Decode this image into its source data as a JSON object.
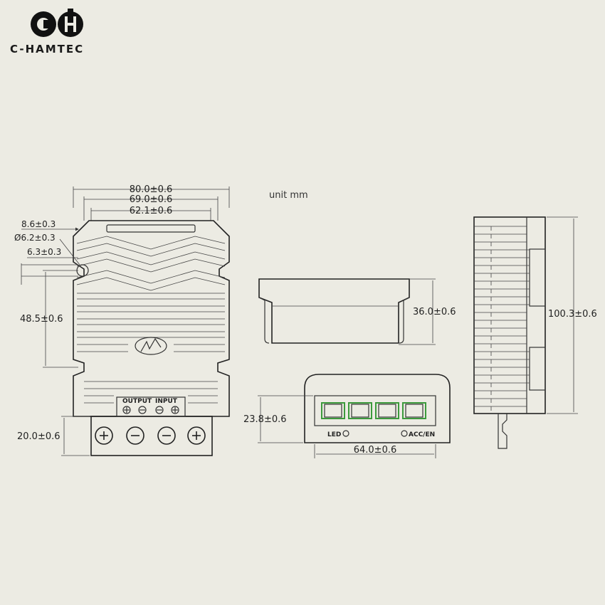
{
  "brand": {
    "name": "C-HAMTEC"
  },
  "unit_label": "unit mm",
  "front_view": {
    "dimensions": {
      "width_overall": "80.0±0.6",
      "width_mid": "69.0±0.6",
      "width_inner": "62.1±0.6",
      "mount_offset": "8.6±0.3",
      "hole_diameter": "Ø6.2±0.3",
      "hole_offset": "6.3±0.3",
      "height_section": "48.5±0.6",
      "terminal_height": "20.0±0.6"
    },
    "terminal_labels": {
      "output": "OUTPUT",
      "input": "INPUT"
    }
  },
  "side_view": {
    "dimensions": {
      "height": "36.0±0.6"
    }
  },
  "end_view": {
    "dimensions": {
      "height": "23.8±0.6",
      "width": "64.0±0.6"
    },
    "labels": {
      "led": "LED",
      "acc": "ACC/EN"
    }
  },
  "right_view": {
    "dimensions": {
      "length": "100.3±0.6"
    }
  },
  "colors": {
    "background": "#ecebe3",
    "line": "#333333",
    "connector": "#3c9a3c"
  }
}
